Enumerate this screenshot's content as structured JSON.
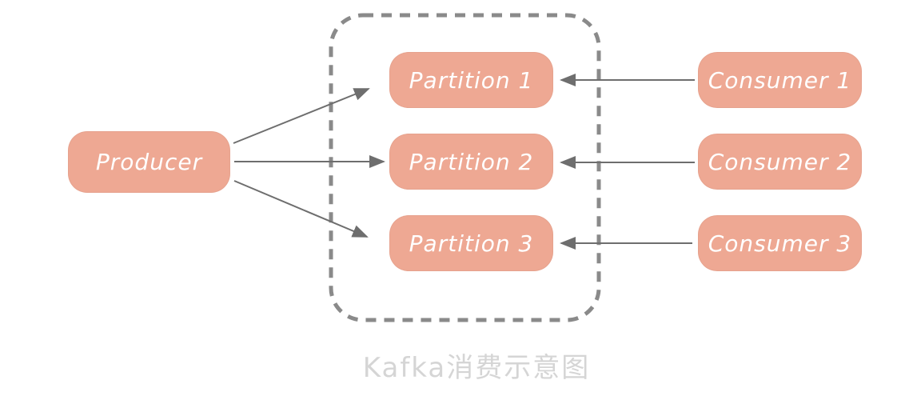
{
  "diagram": {
    "caption": "Kafka消费示意图",
    "nodes": {
      "producer": {
        "label": "Producer"
      },
      "partitions": [
        {
          "label": "Partition 1"
        },
        {
          "label": "Partition 2"
        },
        {
          "label": "Partition 3"
        }
      ],
      "consumers": [
        {
          "label": "Consumer 1"
        },
        {
          "label": "Consumer 2"
        },
        {
          "label": "Consumer 3"
        }
      ]
    },
    "edges": [
      {
        "from": "Producer",
        "to": "Partition 1"
      },
      {
        "from": "Producer",
        "to": "Partition 2"
      },
      {
        "from": "Producer",
        "to": "Partition 3"
      },
      {
        "from": "Consumer 1",
        "to": "Partition 1"
      },
      {
        "from": "Consumer 2",
        "to": "Partition 2"
      },
      {
        "from": "Consumer 3",
        "to": "Partition 3"
      }
    ],
    "colors": {
      "node_fill": "#eea893",
      "node_text": "#ffffff",
      "arrow": "#6e6e6e",
      "group_border": "#8a8a8a",
      "caption_text": "#d5d5d5",
      "background": "#ffffff"
    }
  }
}
